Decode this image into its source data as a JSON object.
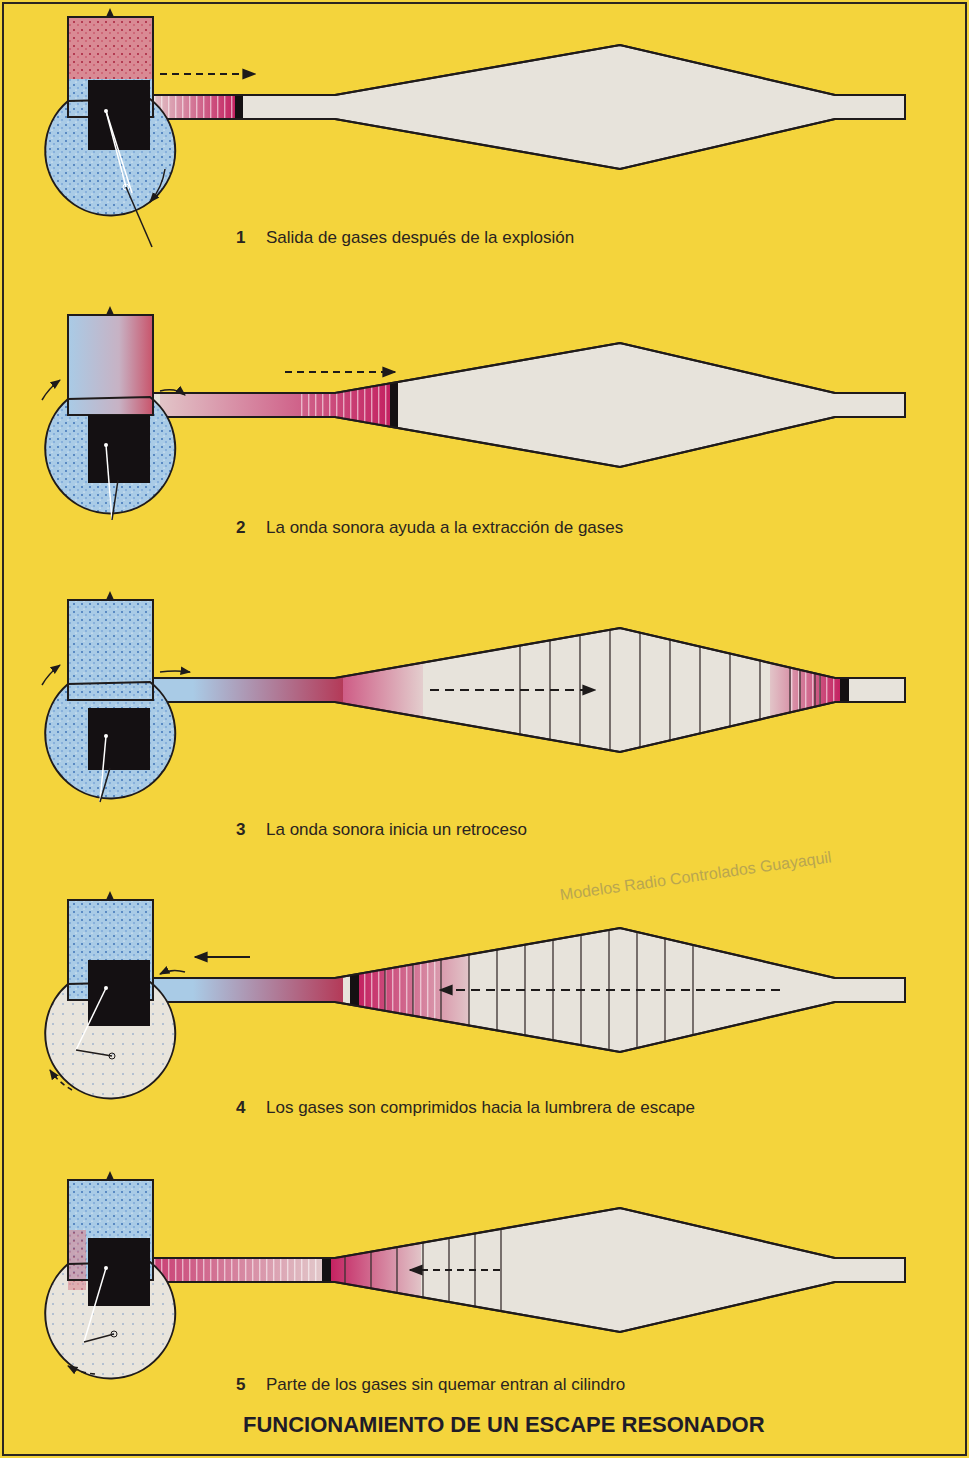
{
  "diagram": {
    "title": "FUNCIONAMIENTO DE UN ESCAPE RESONADOR",
    "labels": [
      "1",
      "Salida de gases después de la explosión",
      "2",
      "La onda sonora ayuda a la extracción de gases",
      "3",
      "La onda sonora inicia un retroceso",
      "4",
      "Los gases son comprimidos hacia la lumbrera de escape",
      "5",
      "Parte de los gases sin quemar entran al cilindro",
      "Modelos Radio Controlados Guayaquil"
    ]
  }
}
